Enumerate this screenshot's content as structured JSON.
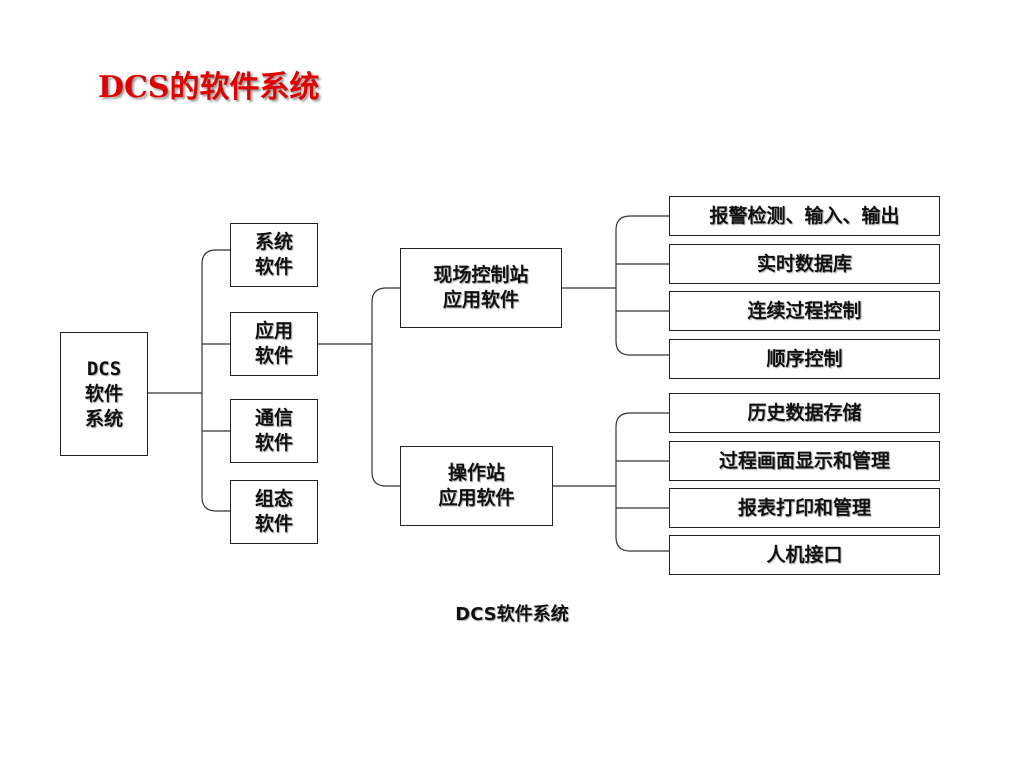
{
  "title": "DCS的软件系统",
  "root": "DCS\n软件\n系统",
  "categories": [
    "系统\n软件",
    "应用\n软件",
    "通信\n软件",
    "组态\n软件"
  ],
  "applications": [
    "现场控制站\n应用软件",
    "操作站\n应用软件"
  ],
  "field_station_items": [
    "报警检测、输入、输出",
    "实时数据库",
    "连续过程控制",
    "顺序控制"
  ],
  "operator_station_items": [
    "历史数据存储",
    "过程画面显示和管理",
    "报表打印和管理",
    "人机接口"
  ],
  "caption": "DCS软件系统",
  "colors": {
    "title": "#e00000",
    "line": "#333333",
    "border": "#222222"
  }
}
